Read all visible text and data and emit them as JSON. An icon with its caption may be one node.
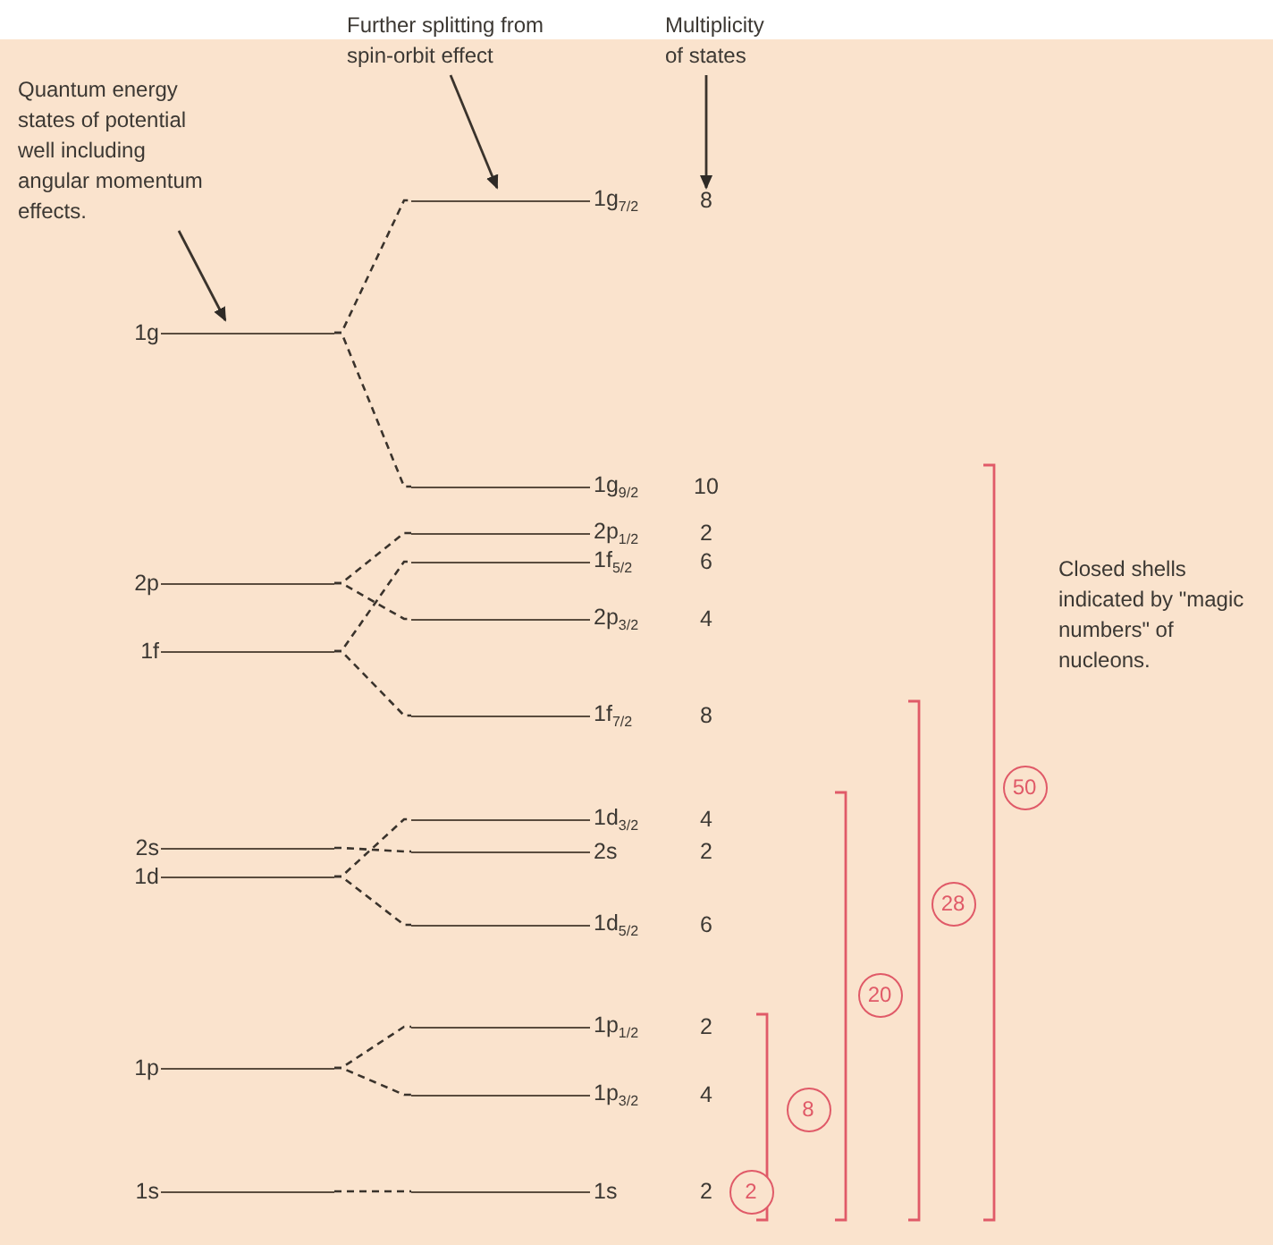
{
  "diagram": {
    "nodes": [
      {
        "text": [
          "Quantum energy states of potential well including angular momentum effects."
        ]
      },
      {
        "text": [
          "Further splitting from spin-orbit effect"
        ]
      },
      {
        "text": [
          "Multiplicity of states"
        ]
      },
      {
        "text": [
          "1g"
        ]
      },
      {
        "text": [
          "2p"
        ]
      },
      {
        "text": [
          "1f"
        ]
      },
      {
        "text": [
          "2s"
        ]
      },
      {
        "text": [
          "1d"
        ]
      },
      {
        "text": [
          "1p"
        ]
      },
      {
        "text": [
          "1s"
        ]
      },
      {
        "text": [
          "1g$_{7/2}$"
        ],
        "beside": [
          "8"
        ]
      },
      {
        "text": [
          "1g$_{9/2}$"
        ],
        "beside": [
          "10"
        ]
      },
      {
        "text": [
          "2p$_{1/2}$"
        ],
        "beside": [
          "2"
        ]
      },
      {
        "text": [
          "1f$_{5/2}$"
        ],
        "beside": [
          "6"
        ]
      },
      {
        "text": [
          "2p$_{3/2}$"
        ],
        "beside": [
          "4"
        ]
      },
      {
        "text": [
          "1f$_{7/2}$"
        ],
        "beside": [
          "8"
        ]
      },
      {
        "text": [
          "1d$_{3/2}$"
        ],
        "beside": [
          "4"
        ]
      },
      {
        "text": [
          "2s"
        ],
        "beside": [
          "2"
        ]
      },
      {
        "text": [
          "1d$_{5/2}$"
        ],
        "beside": [
          "6"
        ]
      },
      {
        "text": [
          "1p$_{1/2}$"
        ],
        "beside": [
          "2"
        ]
      },
      {
        "text": [
          "1p$_{3/2}$"
        ],
        "beside": [
          "4"
        ]
      },
      {
        "text": [
          "1s"
        ],
        "beside": [
          "2"
        ]
      },
      {
        "text": [
          "50"
        ]
      },
      {
        "text": [
          "28"
        ]
      },
      {
        "text": [
          "20"
        ]
      },
      {
        "text": [
          "8"
        ]
      },
      {
        "text": [
          "2"
        ]
      }
    ],
    "edges": [
      {
        "from": 0,
        "to": 3,
        "arrow": "to"
      },
      {
        "from": 1,
        "to": 10,
        "arrow": "to"
      },
      {
        "from": 2,
        "to": 10,
        "arrow": "to"
      },
      {
        "from": 3,
        "to": 10,
        "arrow": "none",
        "style": "dashed"
      },
      {
        "from": 3,
        "to": 11,
        "arrow": "none",
        "style": "dashed"
      },
      {
        "from": 4,
        "to": 12,
        "arrow": "none",
        "style": "dashed"
      },
      {
        "from": 4,
        "to": 14,
        "arrow": "none",
        "style": "dashed"
      },
      {
        "from": 5,
        "to": 13,
        "arrow": "none",
        "style": "dashed"
      },
      {
        "from": 5,
        "to": 15,
        "arrow": "none",
        "style": "dashed"
      },
      {
        "from": 6,
        "to": 17,
        "arrow": "none",
        "style": "dashed"
      },
      {
        "from": 7,
        "to": 16,
        "arrow": "none",
        "style": "dashed"
      },
      {
        "from": 7,
        "to": 18,
        "arrow": "none",
        "style": "dashed"
      },
      {
        "from": 8,
        "to": 19,
        "arrow": "none",
        "style": "dashed"
      },
      {
        "from": 8,
        "to": 20,
        "arrow": "none",
        "style": "dashed"
      },
      {
        "from": 9,
        "to": 21,
        "arrow": "none",
        "style": "dashed"
      }
    ],
    "labels": [
      "Closed shells indicated by \"magic numbers\" of nucleons."
    ]
  }
}
